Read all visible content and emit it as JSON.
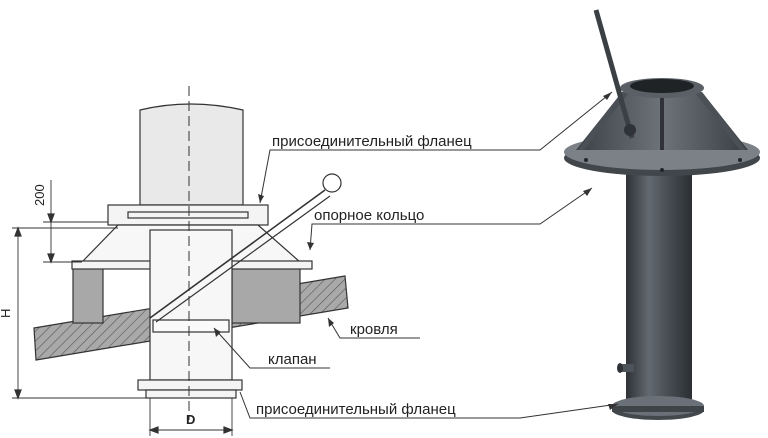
{
  "labels": {
    "flange_top": "присоединительный фланец",
    "support_ring": "опорное кольцо",
    "roof": "кровля",
    "valve": "клапан",
    "flange_bottom": "присоединительный фланец",
    "dim_200": "200",
    "dim_h": "H",
    "dim_d": "D"
  },
  "colors": {
    "line": "#333333",
    "fill_light": "#f4f4f4",
    "fill_gray": "#a8a8a8",
    "fill_roof": "#b0b0b0",
    "metal_dark": "#3d4247",
    "metal_mid": "#5b6167",
    "metal_light": "#868c92"
  }
}
